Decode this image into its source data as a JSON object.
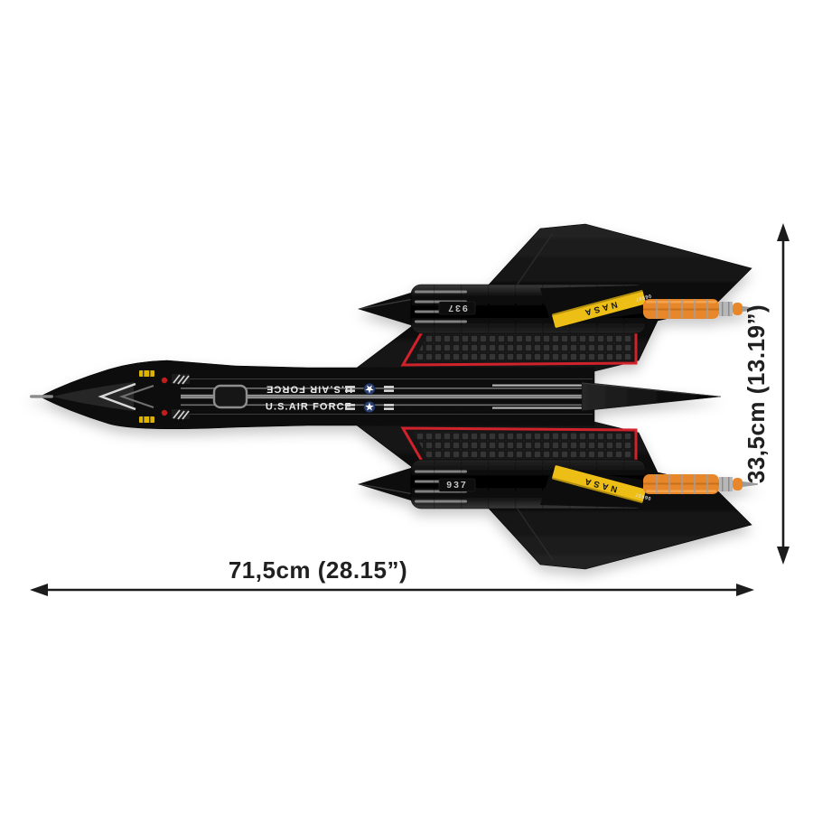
{
  "dimension_labels": {
    "width": "71,5cm (28.15”)",
    "height": "33,5cm (13.19”)"
  },
  "markings": {
    "air_force": "U.S.AIR FORCE",
    "nacelle_number": "937",
    "nasa": "NASA",
    "serial": "06937"
  },
  "colors": {
    "booster_orange": "#e8872b",
    "nasa_yellow": "#ecbe19",
    "panel_red": "#d0202c",
    "dimension_ink": "#1c1c1c"
  }
}
